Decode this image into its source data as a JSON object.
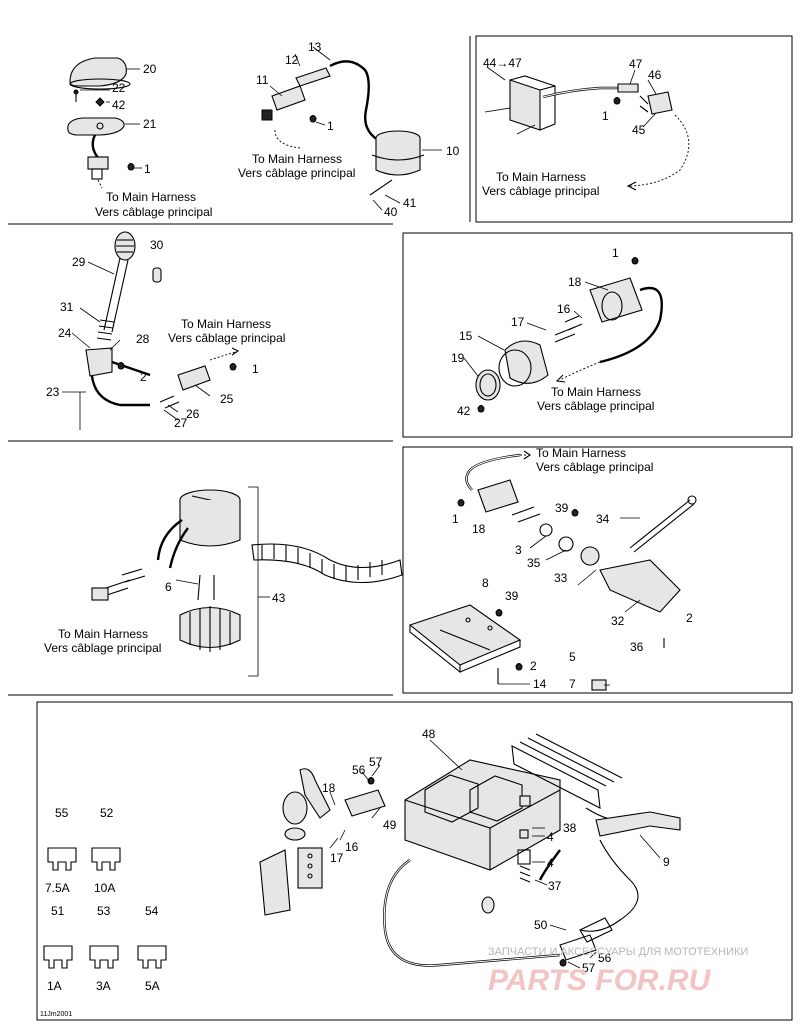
{
  "harness": {
    "en": "To Main Harness",
    "fr": "Vers câblage principal"
  },
  "callouts": {
    "c20": "20",
    "c22": "22",
    "c42a": "42",
    "c21": "21",
    "c1a": "1",
    "c13": "13",
    "c12": "12",
    "c11": "11",
    "c1b": "1",
    "c10": "10",
    "c41": "41",
    "c40": "40",
    "c4447": "44→47",
    "c47": "47",
    "c46": "46",
    "c1c": "1",
    "c45": "45",
    "c30": "30",
    "c29": "29",
    "c31": "31",
    "c24": "24",
    "c28": "28",
    "c2a": "2",
    "c1d": "1",
    "c23": "23",
    "c25": "25",
    "c26": "26",
    "c27": "27",
    "c1e": "1",
    "c18a": "18",
    "c16a": "16",
    "c17a": "17",
    "c15": "15",
    "c19": "19",
    "c42b": "42",
    "c6": "6",
    "c43": "43",
    "c1f": "1",
    "c18b": "18",
    "c39a": "39",
    "c34": "34",
    "c3": "3",
    "c35": "35",
    "c33": "33",
    "c8": "8",
    "c39b": "39",
    "c32": "32",
    "c2b": "2",
    "c36": "36",
    "c5": "5",
    "c2c": "2",
    "c7": "7",
    "c14": "14",
    "c48": "48",
    "c57a": "57",
    "c56a": "56",
    "c18c": "18",
    "c49": "49",
    "c38": "38",
    "c4a": "4",
    "c4b": "4",
    "c16b": "16",
    "c17b": "17",
    "c9": "9",
    "c37": "37",
    "c50": "50",
    "c56b": "56",
    "c57b": "57"
  },
  "fuses": [
    {
      "id": "55",
      "rating": "7.5A"
    },
    {
      "id": "52",
      "rating": "10A"
    },
    {
      "id": "51",
      "rating": "1A"
    },
    {
      "id": "53",
      "rating": "3A"
    },
    {
      "id": "54",
      "rating": "5A"
    }
  ],
  "figure_code": "11Jm2001",
  "watermark": {
    "top": "ЗАПЧАСТИ И АКСЕССУАРЫ ДЛЯ МОТОТЕХНИКИ",
    "logo": "PARTS FOR.RU"
  },
  "colors": {
    "line": "#000000",
    "watermark": "#e05050"
  }
}
